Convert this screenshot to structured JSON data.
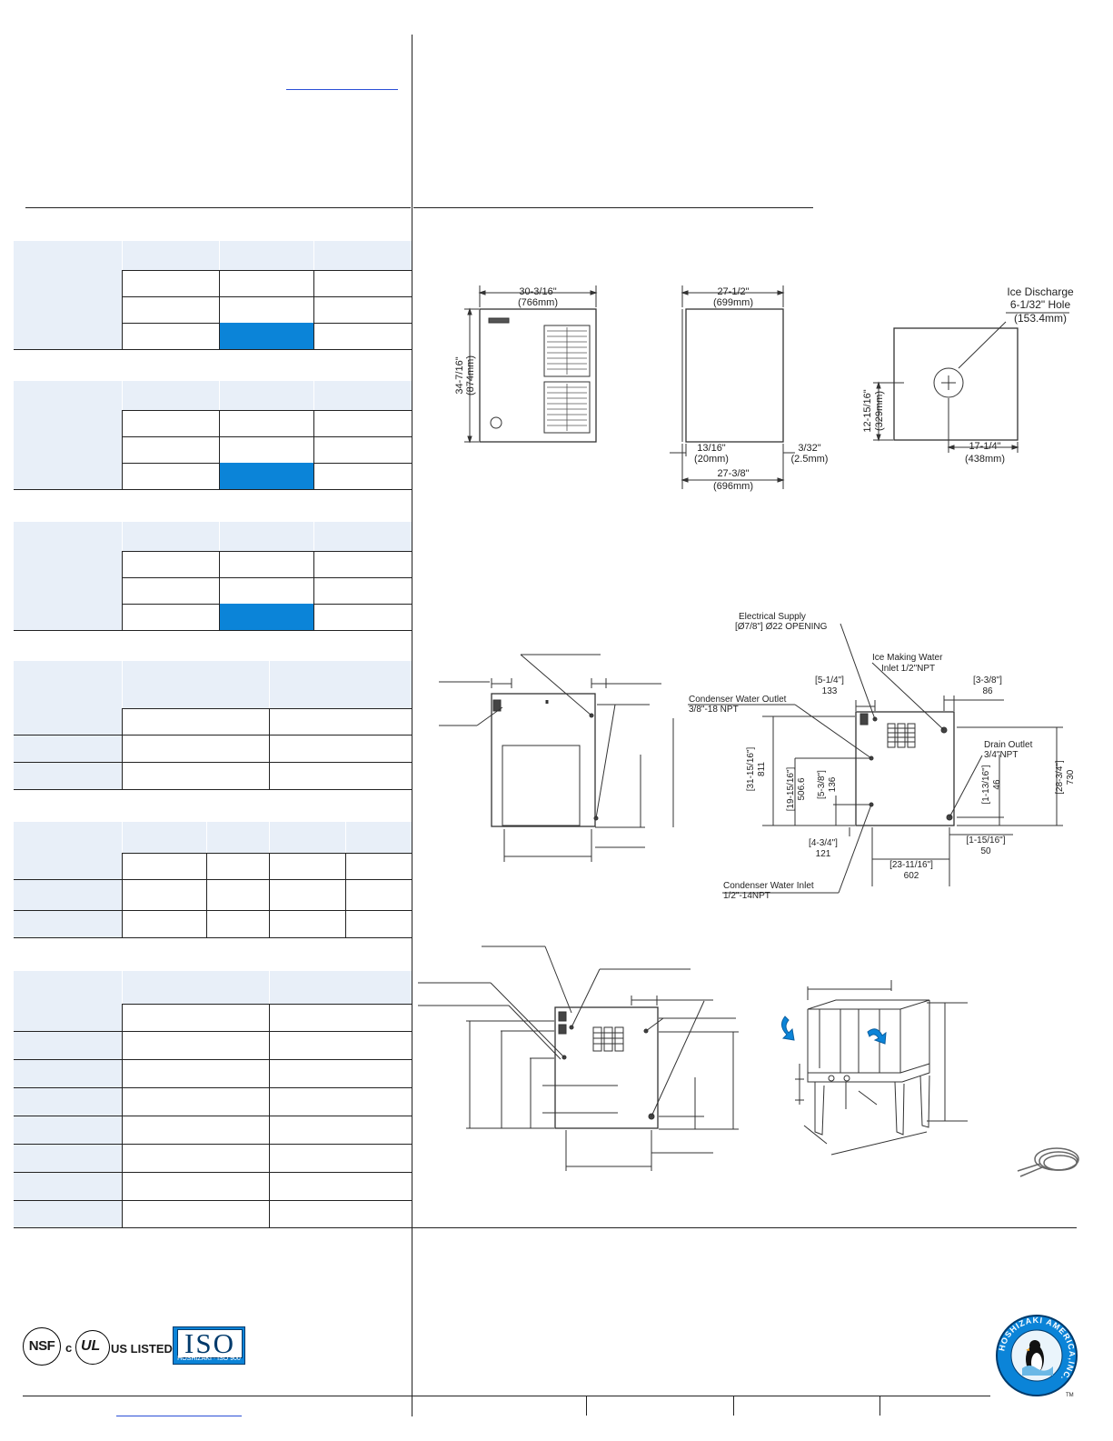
{
  "dimension_drawings": {
    "front": {
      "width": "30-3/16\"",
      "width_mm": "(766mm)",
      "height": "34-7/16\"",
      "height_mm": "(874mm)"
    },
    "side": {
      "depth_top": "27-1/2\"",
      "depth_top_mm": "(699mm)",
      "offset_left": "13/16\"",
      "offset_left_mm": "(20mm)",
      "offset_right": "3/32\"",
      "offset_right_mm": "(2.5mm)",
      "depth_bottom": "27-3/8\"",
      "depth_bottom_mm": "(696mm)"
    },
    "top": {
      "discharge_label": "Ice Discharge",
      "discharge_hole": "6-1/32\" Hole",
      "discharge_mm": "(153.4mm)",
      "height": "12-15/16\"",
      "height_mm": "(329mm)",
      "width": "17-1/4\"",
      "width_mm": "(438mm)"
    },
    "rear_water": {
      "electrical_supply": "Electrical Supply",
      "electrical_opening": "[Ø7/8\"] Ø22 OPENING",
      "ice_water_inlet": "Ice Making Water",
      "ice_water_inlet_size": "Inlet    1/2\"NPT",
      "condenser_outlet": "Condenser Water Outlet",
      "condenser_outlet_size": "3/8\"-18 NPT",
      "condenser_inlet": "Condenser Water Inlet",
      "condenser_inlet_size": "1/2\"-14NPT",
      "drain_outlet": "Drain Outlet",
      "drain_outlet_size": "3/4\"NPT",
      "dim_5_1_4": "[5-1/4\"]",
      "dim_133": "133",
      "dim_3_3_8": "[3-3/8\"]",
      "dim_86": "86",
      "dim_31_15_16": "[31-15/16\"]",
      "dim_811": "811",
      "dim_19_15_16": "[19-15/16\"]",
      "dim_506": "506.6",
      "dim_5_3_8": "[5-3/8\"]",
      "dim_136": "136",
      "dim_1_13_16": "[1-13/16\"]",
      "dim_46": "46",
      "dim_28_3_4": "[28-3/4\"]",
      "dim_730": "730",
      "dim_4_3_4": "[4-3/4\"]",
      "dim_121": "121",
      "dim_1_15_16": "[1-15/16\"]",
      "dim_50": "50",
      "dim_23_11_16": "[23-11/16\"]",
      "dim_602": "602"
    }
  },
  "certifications": {
    "nsf": "NSF",
    "c": "c",
    "ul": "UL",
    "us_listed": "US LISTED",
    "iso": "ISO",
    "iso_sub": "HOSHIZAKI · ISO 900"
  },
  "logo": {
    "text": "HOSHIZAKI AMERICA,INC.",
    "tm": "TM"
  },
  "colors": {
    "accent_blue": "#0b84d8",
    "header_bg": "#e8eff8"
  }
}
